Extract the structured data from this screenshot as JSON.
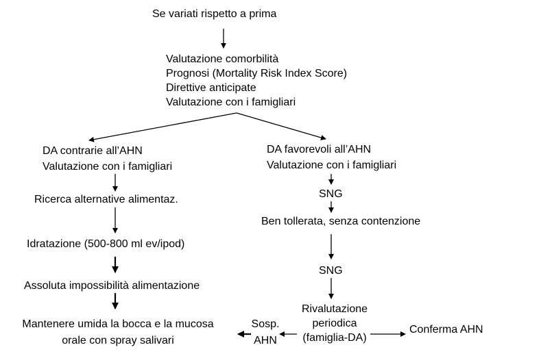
{
  "nodes": {
    "start": {
      "lines": [
        "Se variati rispetto a prima"
      ]
    },
    "assessment": {
      "lines": [
        "Valutazione comorbilità",
        "Prognosi (Mortality Risk Index Score)",
        "Direttive anticipate",
        "Valutazione con i famigliari"
      ]
    },
    "da_contrarie": {
      "lines": [
        "DA contrarie all’AHN",
        "Valutazione con i famigliari"
      ]
    },
    "da_favorevoli": {
      "lines": [
        "DA favorevoli all’AHN",
        "Valutazione con i famigliari"
      ]
    },
    "ricerca": {
      "lines": [
        "Ricerca alternative alimentaz."
      ]
    },
    "idratazione": {
      "lines": [
        "Idratazione (500-800 ml ev/ipod)"
      ]
    },
    "assoluta": {
      "lines": [
        "Assoluta impossibilità alimentazione"
      ]
    },
    "mantenere": {
      "lines": [
        "Mantenere umida la bocca e la mucosa",
        "orale con spray salivari"
      ]
    },
    "sng1": {
      "lines": [
        "SNG"
      ]
    },
    "ben_tollerata": {
      "lines": [
        "Ben tollerata, senza contenzione"
      ]
    },
    "sng2": {
      "lines": [
        "SNG"
      ]
    },
    "rivalutazione": {
      "lines": [
        "Rivalutazione",
        "periodica",
        "(famiglia-DA)"
      ]
    },
    "sosp": {
      "lines": [
        "Sosp.",
        "AHN"
      ]
    },
    "conferma": {
      "lines": [
        "Conferma AHN"
      ]
    }
  }
}
